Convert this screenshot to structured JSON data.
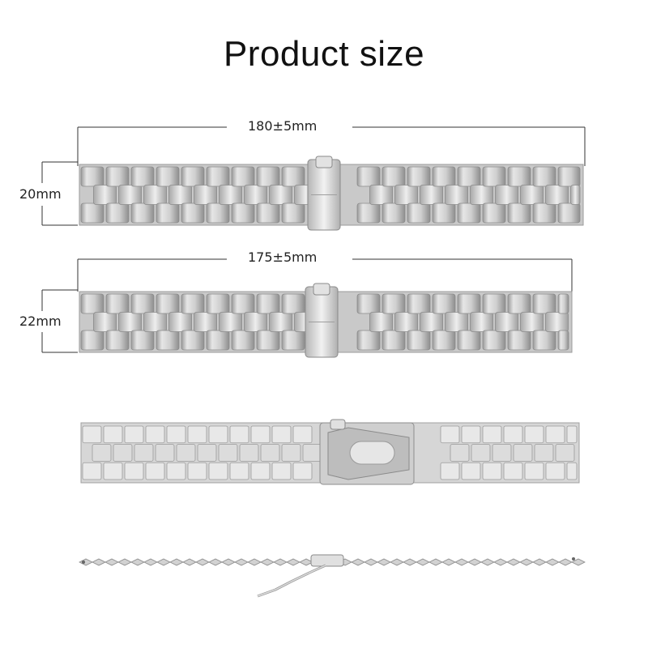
{
  "page": {
    "title": "Product size"
  },
  "bands": [
    {
      "length_label": "180±5mm",
      "width_label": "20mm"
    },
    {
      "length_label": "175±5mm",
      "width_label": "22mm"
    }
  ],
  "colors": {
    "metal_light": "#e4e4e4",
    "metal_mid": "#bdbdbd",
    "metal_dark": "#8c8c8c",
    "line": "#333333"
  }
}
